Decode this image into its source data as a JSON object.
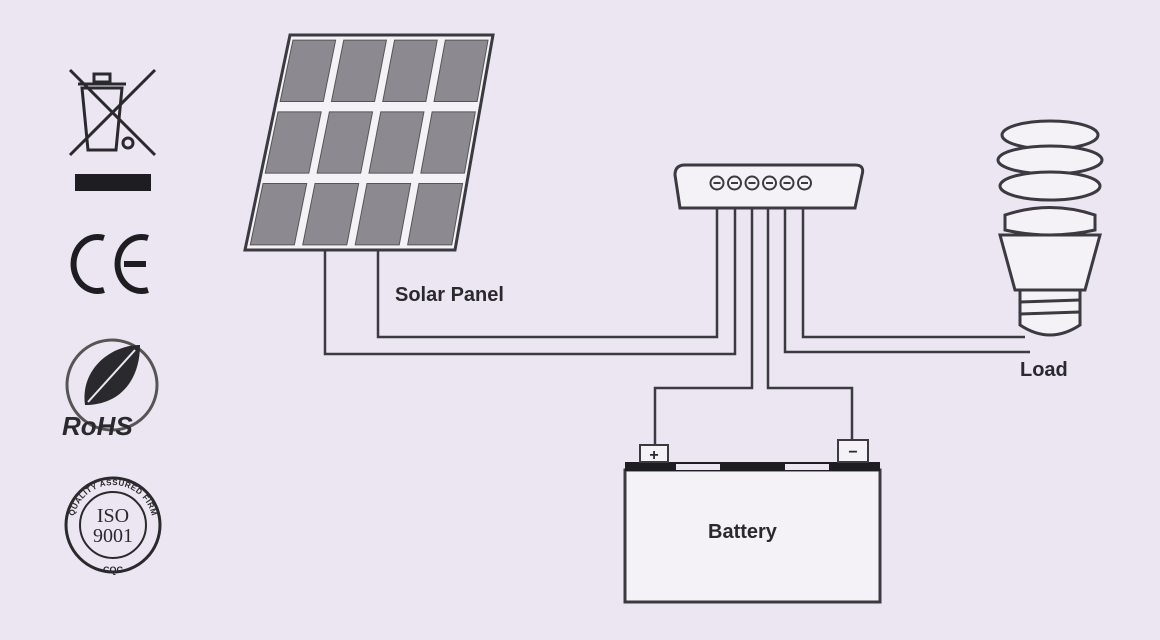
{
  "labels": {
    "solar_panel": "Solar Panel",
    "load": "Load",
    "battery": "Battery",
    "battery_plus": "+",
    "battery_minus": "−"
  },
  "certifications": {
    "ce": "CE",
    "rohs": "RoHS",
    "iso": "ISO",
    "iso_number": "9001",
    "iso_ring": "QUALITY ASSURED FIRM",
    "cqc": "CQC"
  },
  "controller": {
    "terminal_count": 6
  },
  "colors": {
    "background": "#ebe6f1",
    "line": "#3a3a40",
    "cell": "#8c8a90"
  }
}
